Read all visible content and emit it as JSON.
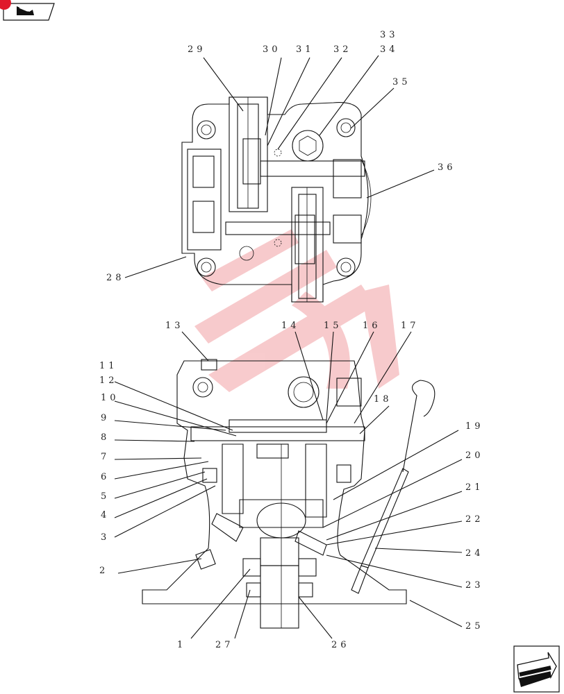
{
  "labels": [
    {
      "id": "29",
      "text": "29"
    },
    {
      "id": "30",
      "text": "30"
    },
    {
      "id": "31",
      "text": "31"
    },
    {
      "id": "32",
      "text": "32"
    },
    {
      "id": "33",
      "text": "33"
    },
    {
      "id": "34",
      "text": "34"
    },
    {
      "id": "35",
      "text": "35"
    },
    {
      "id": "36",
      "text": "36"
    },
    {
      "id": "28",
      "text": "28"
    },
    {
      "id": "13",
      "text": "13"
    },
    {
      "id": "14",
      "text": "14"
    },
    {
      "id": "15",
      "text": "15"
    },
    {
      "id": "16",
      "text": "16"
    },
    {
      "id": "17",
      "text": "17"
    },
    {
      "id": "11",
      "text": "11"
    },
    {
      "id": "12",
      "text": "12"
    },
    {
      "id": "10",
      "text": "10"
    },
    {
      "id": "18",
      "text": "18"
    },
    {
      "id": "9",
      "text": "9"
    },
    {
      "id": "8",
      "text": "8"
    },
    {
      "id": "19",
      "text": "19"
    },
    {
      "id": "7",
      "text": "7"
    },
    {
      "id": "20",
      "text": "20"
    },
    {
      "id": "6",
      "text": "6"
    },
    {
      "id": "5",
      "text": "5"
    },
    {
      "id": "21",
      "text": "21"
    },
    {
      "id": "4",
      "text": "4"
    },
    {
      "id": "22",
      "text": "22"
    },
    {
      "id": "3",
      "text": "3"
    },
    {
      "id": "24",
      "text": "24"
    },
    {
      "id": "2",
      "text": "2"
    },
    {
      "id": "23",
      "text": "23"
    },
    {
      "id": "25",
      "text": "25"
    },
    {
      "id": "1",
      "text": "1"
    },
    {
      "id": "27",
      "text": "27"
    },
    {
      "id": "26",
      "text": "26"
    }
  ],
  "colors": {
    "line": "#111111",
    "watermark": "#e8202a",
    "badge": "#e0182b"
  },
  "icons": {
    "top_left": "back-arrow-icon",
    "bottom_right": "next-page-arrow-icon"
  }
}
